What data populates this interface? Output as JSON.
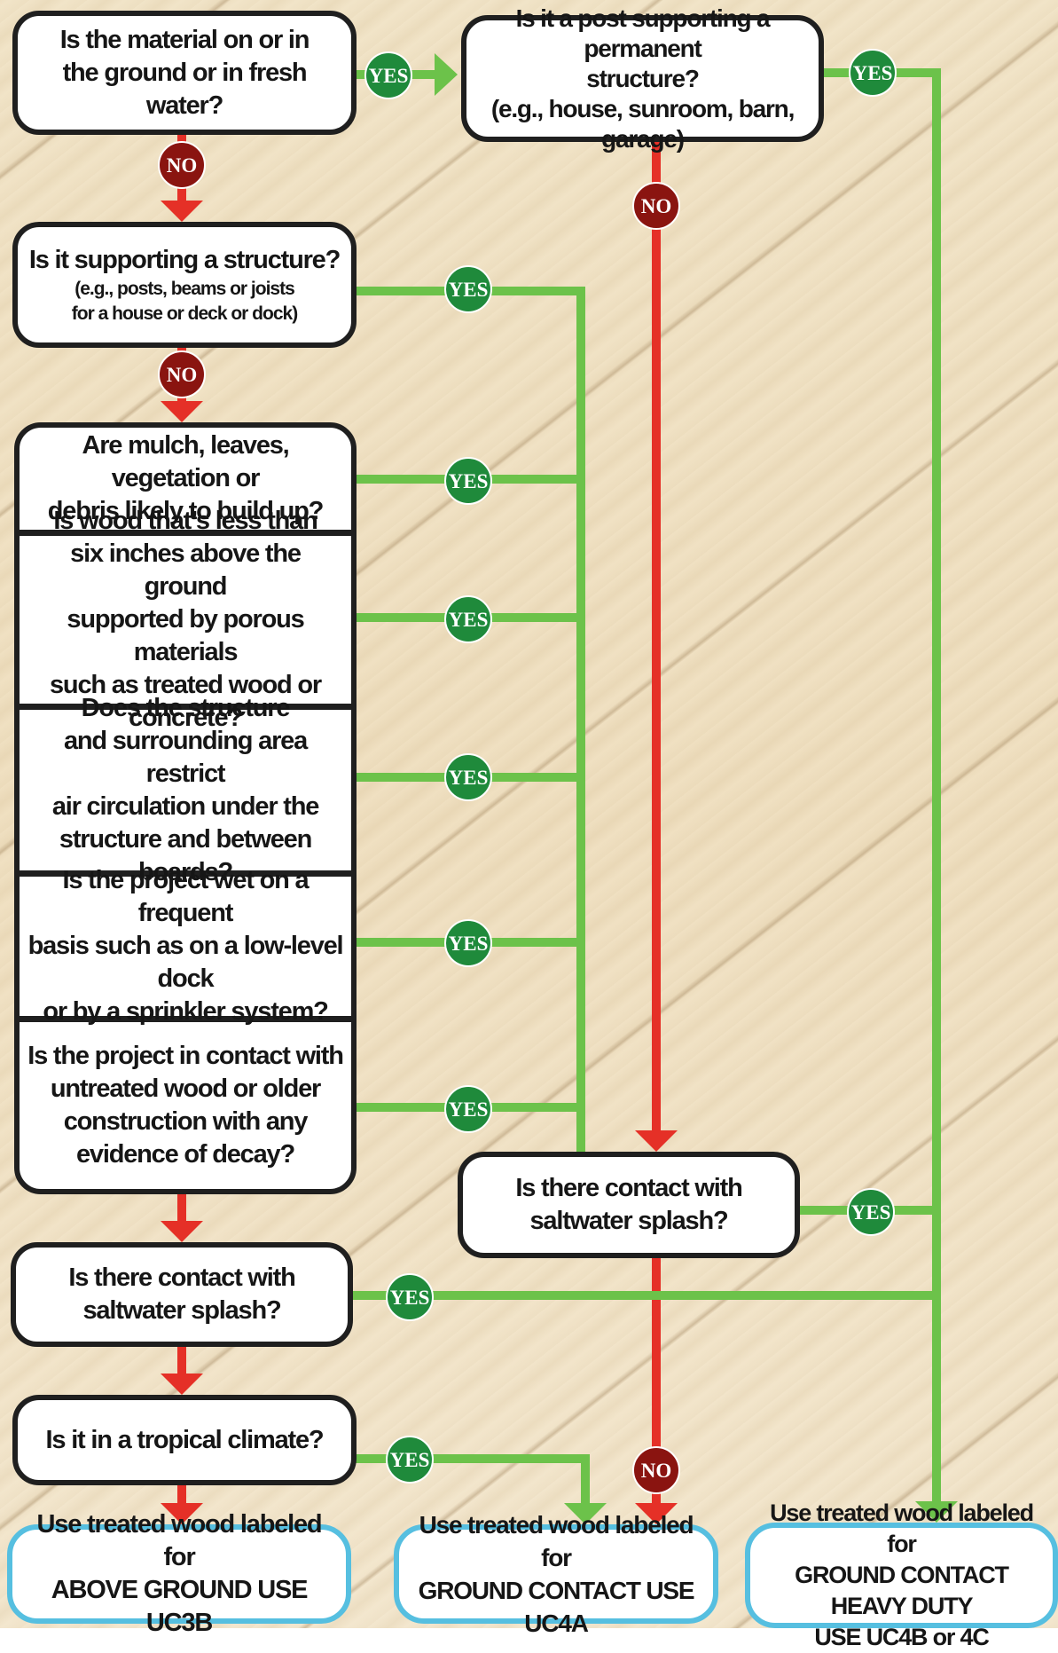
{
  "colors": {
    "yes_line": "#6cc24a",
    "no_line": "#e53027",
    "yes_badge": "#1f8a3b",
    "no_badge": "#8a1410",
    "box_border": "#1f1f1f",
    "result_border": "#56bfe0"
  },
  "labels": {
    "yes": "YES",
    "no": "NO"
  },
  "questions": {
    "q1": "Is the material on or in\nthe ground or in fresh water?",
    "q2": "Is it a post supporting a  permanent\nstructure?\n(e.g., house, sunroom, barn, garage)",
    "q3_main": "Is it supporting a structure?",
    "q3_sub": "(e.g., posts, beams or joists\nfor a house or deck or dock)",
    "q4": "Are mulch, leaves, vegetation or\ndebris likely to build up?",
    "q5": "Is wood that’s less than\nsix inches above the ground\nsupported by porous materials\nsuch as treated wood or concrete?",
    "q6": "Does the structure\nand surrounding area restrict\nair circulation under the\nstructure and between boards?",
    "q7": "Is the project wet on a frequent\nbasis such as on a low-level dock\nor by a sprinkler system?",
    "q8": "Is the project in contact with\nuntreated wood or older\nconstruction with any\nevidence of decay?",
    "q9": "Is there contact with\nsaltwater splash?",
    "q10": "Is it in a tropical climate?",
    "q11": "Is there contact with\nsaltwater splash?"
  },
  "results": {
    "above_ground": "Use treated wood labeled for\nABOVE GROUND USE UC3B",
    "ground_contact": "Use treated wood labeled for\nGROUND CONTACT USE UC4A",
    "heavy_duty": "Use treated wood labeled for\nGROUND CONTACT HEAVY DUTY\nUSE UC4B or 4C"
  }
}
